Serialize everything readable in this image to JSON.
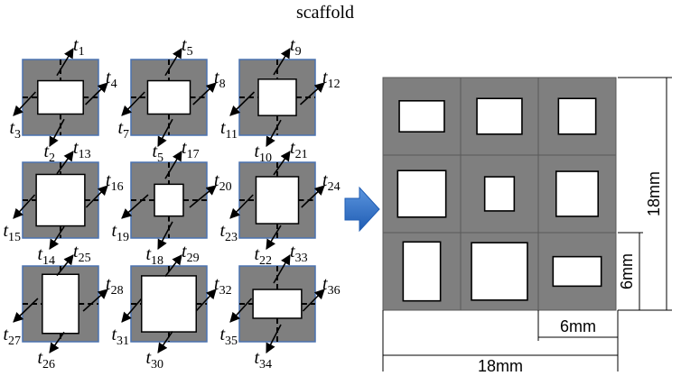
{
  "title": "scaffold",
  "unit_cells": [
    {
      "labels": [
        {
          "base": "t",
          "sub": "1"
        },
        {
          "base": "t",
          "sub": "4"
        },
        {
          "base": "t",
          "sub": "3"
        },
        {
          "base": "t",
          "sub": "2"
        }
      ],
      "hole_w": 0.6,
      "hole_h": 0.44
    },
    {
      "labels": [
        {
          "base": "t",
          "sub": "5"
        },
        {
          "base": "t",
          "sub": "8"
        },
        {
          "base": "t",
          "sub": "7"
        },
        {
          "base": "t",
          "sub": "5"
        }
      ],
      "hole_w": 0.56,
      "hole_h": 0.44
    },
    {
      "labels": [
        {
          "base": "t",
          "sub": "9"
        },
        {
          "base": "t",
          "sub": "12"
        },
        {
          "base": "t",
          "sub": "11"
        },
        {
          "base": "t",
          "sub": "10"
        }
      ],
      "hole_w": 0.5,
      "hole_h": 0.48
    },
    {
      "labels": [
        {
          "base": "t",
          "sub": "13"
        },
        {
          "base": "t",
          "sub": "16"
        },
        {
          "base": "t",
          "sub": "15"
        },
        {
          "base": "t",
          "sub": "14"
        }
      ],
      "hole_w": 0.64,
      "hole_h": 0.68
    },
    {
      "labels": [
        {
          "base": "t",
          "sub": "17"
        },
        {
          "base": "t",
          "sub": "20"
        },
        {
          "base": "t",
          "sub": "19"
        },
        {
          "base": "t",
          "sub": "18"
        }
      ],
      "hole_w": 0.38,
      "hole_h": 0.42
    },
    {
      "labels": [
        {
          "base": "t",
          "sub": "21"
        },
        {
          "base": "t",
          "sub": "24"
        },
        {
          "base": "t",
          "sub": "23"
        },
        {
          "base": "t",
          "sub": "22"
        }
      ],
      "hole_w": 0.56,
      "hole_h": 0.62
    },
    {
      "labels": [
        {
          "base": "t",
          "sub": "25"
        },
        {
          "base": "t",
          "sub": "28"
        },
        {
          "base": "t",
          "sub": "27"
        },
        {
          "base": "t",
          "sub": "26"
        }
      ],
      "hole_w": 0.48,
      "hole_h": 0.78
    },
    {
      "labels": [
        {
          "base": "t",
          "sub": "29"
        },
        {
          "base": "t",
          "sub": "32"
        },
        {
          "base": "t",
          "sub": "31"
        },
        {
          "base": "t",
          "sub": "30"
        }
      ],
      "hole_w": 0.72,
      "hole_h": 0.74
    },
    {
      "labels": [
        {
          "base": "t",
          "sub": "33"
        },
        {
          "base": "t",
          "sub": "36"
        },
        {
          "base": "t",
          "sub": "35"
        },
        {
          "base": "t",
          "sub": "34"
        }
      ],
      "hole_w": 0.64,
      "hole_h": 0.38
    }
  ],
  "scaffold": {
    "cells": [
      {
        "hole_w": 0.58,
        "hole_h": 0.4
      },
      {
        "hole_w": 0.58,
        "hole_h": 0.46
      },
      {
        "hole_w": 0.48,
        "hole_h": 0.46
      },
      {
        "hole_w": 0.62,
        "hole_h": 0.6
      },
      {
        "hole_w": 0.38,
        "hole_h": 0.44
      },
      {
        "hole_w": 0.54,
        "hole_h": 0.58
      },
      {
        "hole_w": 0.48,
        "hole_h": 0.76
      },
      {
        "hole_w": 0.72,
        "hole_h": 0.74
      },
      {
        "hole_w": 0.62,
        "hole_h": 0.38
      }
    ],
    "dims": {
      "total_height": "18mm",
      "cell_height": "6mm",
      "cell_width": "6mm",
      "total_width": "18mm"
    }
  },
  "colors": {
    "cell_fill": "#7f7f7f",
    "cell_border": "#4a72b0",
    "arrow": "#2f6bc4"
  }
}
